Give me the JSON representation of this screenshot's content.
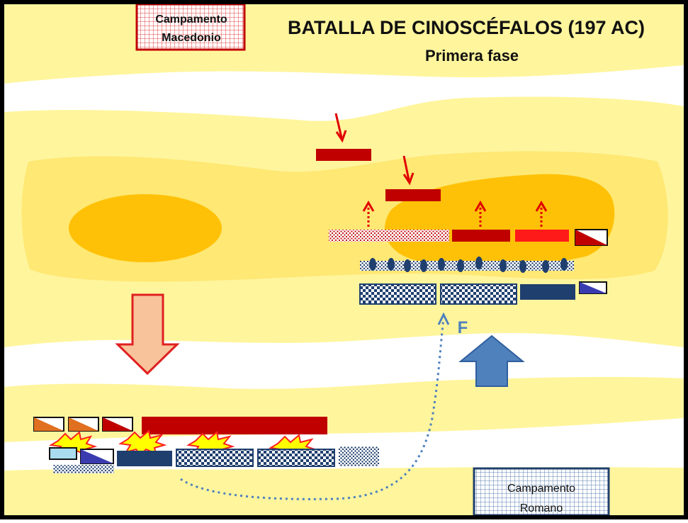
{
  "title": "BATALLA DE CINOSCÉFALOS (197 AC)",
  "subtitle": "Primera fase",
  "camps": {
    "macedonian": {
      "line1": "Campamento",
      "line2": "Macedonio"
    },
    "roman": {
      "line1": "Campamento",
      "line2": "Romano"
    }
  },
  "flank_label": "F",
  "colors": {
    "macedonian_red": "#c00000",
    "roman_blue": "#1f3f6e",
    "terrain_light": "#fff59d",
    "terrain_hill": "#ffc107",
    "roman_arrow": "#4f81bd",
    "macedonian_arrow": "#f8c39a"
  }
}
